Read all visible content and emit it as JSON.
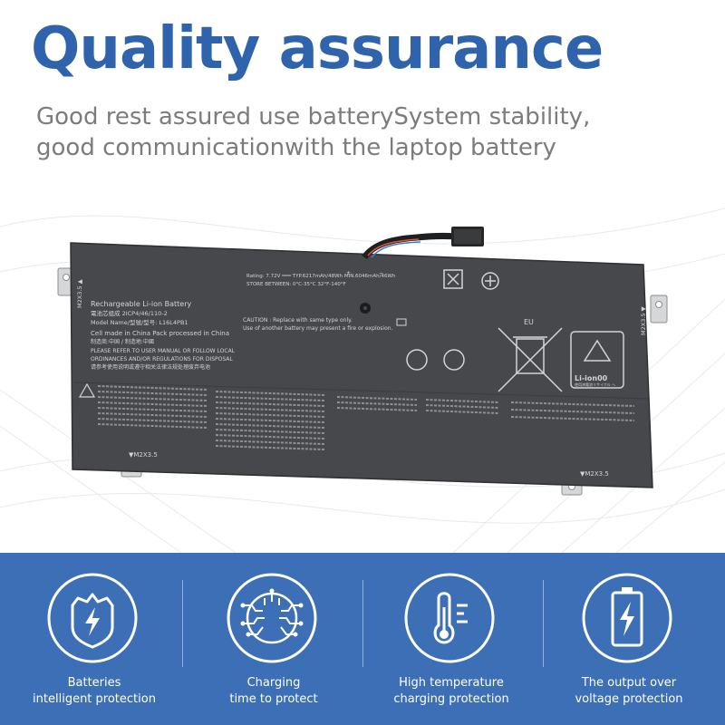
{
  "headline": "Quality assurance",
  "subheadline": {
    "line1": "Good rest assured use batterySystem stability,",
    "line2": "good communicationwith the laptop battery"
  },
  "battery_label": {
    "left_corner_mark": "M2X3.5 ▲",
    "right_corner_mark": "M2X3.5 ▼",
    "bottom_left_mark": "▼M2X3.5",
    "bottom_right_mark": "▼M2X3.5",
    "title": "Rechargeable Li-ion Battery",
    "cell_line": "電池芯组成    2ICP4/46/110-2",
    "model_line": "Model Name/型號/型号: L16L4PB1",
    "made_in": "Cell made in China   Pack processed in China",
    "made_in_cn": "制造商:中国 / 制造地:中國",
    "user_manual": "PLEASE REFER TO USER MANUAL OR FOLLOW LOCAL",
    "ordinances": "ORDINANCES AND/OR REGULATIONS FOR DISPOSAL",
    "cn_notice": "请参考使用说明或遵守相关法律法规处理废弃电池",
    "rating": "Rating: 7.72V ═══ TYP.6217mAh/48Wh   MIN.6046mAh/46Wh",
    "store": "STORE BETWEEN: 0°C-35°C  32°F-140°F",
    "caution": "CAUTION : Replace with same type only.",
    "caution2": "Use of another battery may present a fire or explosion.",
    "eu": "EU",
    "li_ion": "Li-ion00",
    "recycle_caption": "使用済電池リサイクル へ",
    "plus": "+",
    "minus": "−"
  },
  "features": [
    {
      "icon": "shield-lightning-icon",
      "line1": "Batteries",
      "line2": "intelligent protection"
    },
    {
      "icon": "circuit-chip-icon",
      "line1": "Charging",
      "line2": "time to protect"
    },
    {
      "icon": "thermometer-icon",
      "line1": "High temperature",
      "line2": "charging protection"
    },
    {
      "icon": "battery-bolt-icon",
      "line1": "The output over",
      "line2": "voltage protection"
    }
  ],
  "colors": {
    "headline": "#2f64ad",
    "subtext": "#7c7c7c",
    "band": "#3d6fb6",
    "battery_body": "#46484b",
    "label_text": "#d2d4d6"
  }
}
